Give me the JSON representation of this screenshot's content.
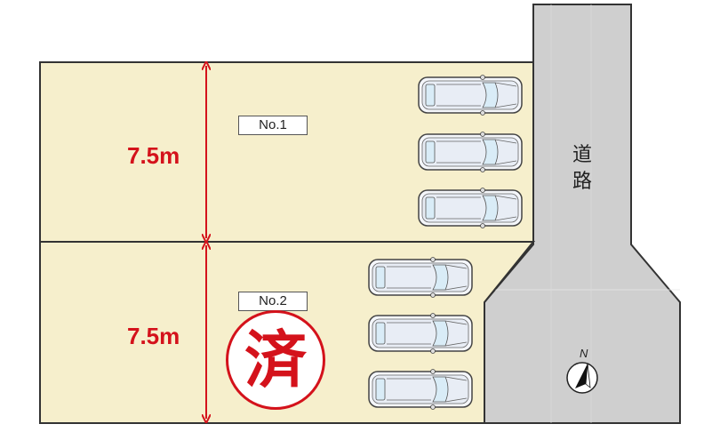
{
  "colors": {
    "lot_fill": "#f6efcc",
    "road_fill": "#cfcfcf",
    "outline": "#333333",
    "dimension_red": "#d4121b"
  },
  "lots": [
    {
      "label": "No.1",
      "dimension": "7.5m",
      "sold": false,
      "cars": 3
    },
    {
      "label": "No.2",
      "dimension": "7.5m",
      "sold": true,
      "sold_mark": "済",
      "cars": 3
    }
  ],
  "road": {
    "label_line1": "道",
    "label_line2": "路"
  },
  "compass": {
    "label": "N"
  }
}
